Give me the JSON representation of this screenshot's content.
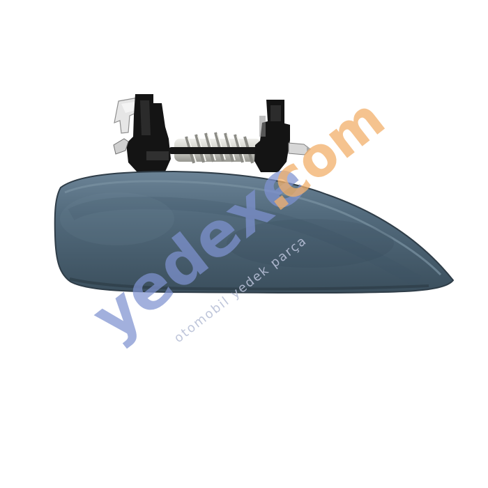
{
  "product": {
    "subject": "car-exterior-door-handle",
    "colors": {
      "body": "#4e6678",
      "body_dark": "#364a59",
      "body_light": "#61798b",
      "mechanism": "#151515",
      "spring": "#cfd1cb",
      "clip": "#dedede"
    }
  },
  "watermark": {
    "brand_left": "yedexe",
    "brand_dot": ".",
    "brand_right": "com",
    "tagline": "otomobil yedek parça",
    "colors": {
      "yedexe": "#7f93d1",
      "xe_accent": "#f2b06a",
      "com": "#f2b06a",
      "tagline": "#b7bfd6"
    }
  }
}
